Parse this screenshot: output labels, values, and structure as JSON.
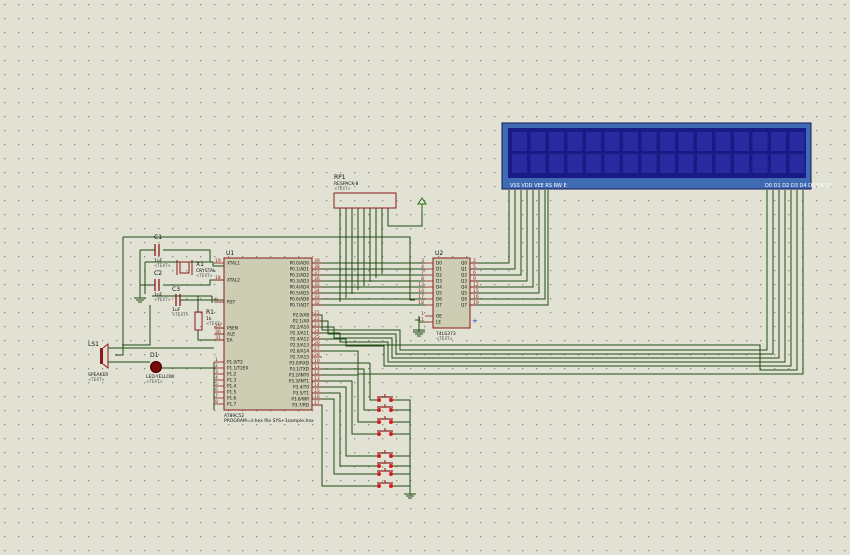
{
  "colors": {
    "background": "#e1e1d4",
    "grid_dot": "#8b8b80",
    "wire": "#1f4d12",
    "component": "#8b1a1a",
    "chip_fill": "#cccdb3",
    "lcd_frame": "#3f6bb4",
    "lcd_screen": "#1a1a86",
    "lcd_cell": "#2a2aa0",
    "label": "#111111",
    "sublabel": "#555555",
    "pin_number": "#8b1a1a",
    "led_fill": "#7a0a0a",
    "button_dot": "#d81c1c",
    "power_symbol": "#1f6e12"
  },
  "lcd": {
    "pin_labels_left": "VSS VDD VEE RS RW E",
    "pin_labels_right": "D0 D1 D2 D3 D4 D5 D6 D7"
  },
  "rp1": {
    "ref": "RP1",
    "value": "RESPACK-8",
    "text": "<TEXT>"
  },
  "c1": {
    "ref": "C1",
    "value": "1nF",
    "text": "<TEXT>"
  },
  "c2": {
    "ref": "C2",
    "value": "1nF",
    "text": "<TEXT>"
  },
  "c3": {
    "ref": "C3",
    "value": "1uF",
    "text": "<TEXT>"
  },
  "x1": {
    "ref": "X1",
    "value": "CRYSTAL",
    "text": "<TEXT>"
  },
  "r1": {
    "ref": "R1",
    "value": "1k",
    "text": "<TEXT>"
  },
  "ls1": {
    "ref": "LS1",
    "value": "SPEAKER",
    "text": "<TEXT>"
  },
  "d1": {
    "ref": "D1",
    "value": "LED-YELLOW",
    "text": "<TEXT>"
  },
  "u1": {
    "ref": "U1",
    "part": "AT89C52",
    "program": "PROGRAM=ir.hex file SYS+1sample.hex",
    "left_pins": [
      {
        "num": "19",
        "name": "XTAL1"
      },
      {
        "num": "18",
        "name": "XTAL2"
      },
      {
        "num": "9",
        "name": "RST"
      },
      {
        "num": "29",
        "name": "PSEN"
      },
      {
        "num": "30",
        "name": "ALE"
      },
      {
        "num": "31",
        "name": "EA"
      },
      {
        "num": "1",
        "name": "P1.0/T2"
      },
      {
        "num": "2",
        "name": "P1.1/T2EX"
      },
      {
        "num": "3",
        "name": "P1.2"
      },
      {
        "num": "4",
        "name": "P1.3"
      },
      {
        "num": "5",
        "name": "P1.4"
      },
      {
        "num": "6",
        "name": "P1.5"
      },
      {
        "num": "7",
        "name": "P1.6"
      },
      {
        "num": "8",
        "name": "P1.7"
      }
    ],
    "right_pins": [
      {
        "num": "39",
        "name": "P0.0/AD0"
      },
      {
        "num": "38",
        "name": "P0.1/AD1"
      },
      {
        "num": "37",
        "name": "P0.2/AD2"
      },
      {
        "num": "36",
        "name": "P0.3/AD3"
      },
      {
        "num": "35",
        "name": "P0.4/AD4"
      },
      {
        "num": "34",
        "name": "P0.5/AD5"
      },
      {
        "num": "33",
        "name": "P0.6/AD6"
      },
      {
        "num": "32",
        "name": "P0.7/AD7"
      },
      {
        "num": "21",
        "name": "P2.0/A8"
      },
      {
        "num": "22",
        "name": "P2.1/A9"
      },
      {
        "num": "23",
        "name": "P2.2/A10"
      },
      {
        "num": "24",
        "name": "P2.3/A11"
      },
      {
        "num": "25",
        "name": "P2.4/A12"
      },
      {
        "num": "26",
        "name": "P2.5/A13"
      },
      {
        "num": "27",
        "name": "P2.6/A14"
      },
      {
        "num": "28",
        "name": "P2.7/A15"
      },
      {
        "num": "10",
        "name": "P3.0/RXD"
      },
      {
        "num": "11",
        "name": "P3.1/TXD"
      },
      {
        "num": "12",
        "name": "P3.2/INT0"
      },
      {
        "num": "13",
        "name": "P3.3/INT1"
      },
      {
        "num": "14",
        "name": "P3.4/T0"
      },
      {
        "num": "15",
        "name": "P3.5/T1"
      },
      {
        "num": "16",
        "name": "P3.6/WR"
      },
      {
        "num": "17",
        "name": "P3.7/RD"
      }
    ]
  },
  "u2": {
    "ref": "U2",
    "part": "74LS373",
    "text": "<TEXT>",
    "left_pins": [
      {
        "num": "3",
        "name": "D0"
      },
      {
        "num": "4",
        "name": "D1"
      },
      {
        "num": "7",
        "name": "D2"
      },
      {
        "num": "8",
        "name": "D3"
      },
      {
        "num": "13",
        "name": "D4"
      },
      {
        "num": "14",
        "name": "D5"
      },
      {
        "num": "17",
        "name": "D6"
      },
      {
        "num": "18",
        "name": "D7"
      },
      {
        "num": "1",
        "name": "OE"
      },
      {
        "num": "11",
        "name": "LE"
      }
    ],
    "right_pins": [
      {
        "num": "2",
        "name": "Q0"
      },
      {
        "num": "5",
        "name": "Q1"
      },
      {
        "num": "6",
        "name": "Q2"
      },
      {
        "num": "9",
        "name": "Q3"
      },
      {
        "num": "12",
        "name": "Q4"
      },
      {
        "num": "15",
        "name": "Q5"
      },
      {
        "num": "16",
        "name": "Q6"
      },
      {
        "num": "19",
        "name": "Q7"
      }
    ]
  }
}
